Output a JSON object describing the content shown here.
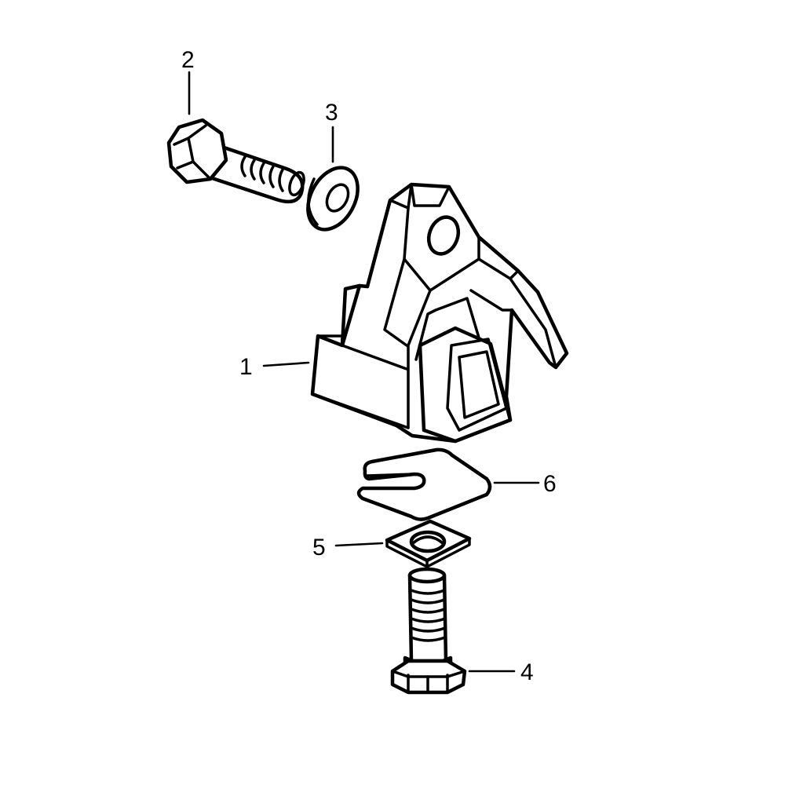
{
  "diagram": {
    "colors": {
      "line": "#000000",
      "background": "#ffffff"
    },
    "callouts": [
      {
        "id": "1",
        "label": "1",
        "part": "mount-bracket"
      },
      {
        "id": "2",
        "label": "2",
        "part": "hex-bolt"
      },
      {
        "id": "3",
        "label": "3",
        "part": "washer"
      },
      {
        "id": "4",
        "label": "4",
        "part": "lower-bolt"
      },
      {
        "id": "5",
        "label": "5",
        "part": "square-washer"
      },
      {
        "id": "6",
        "label": "6",
        "part": "shim-plate"
      }
    ]
  }
}
